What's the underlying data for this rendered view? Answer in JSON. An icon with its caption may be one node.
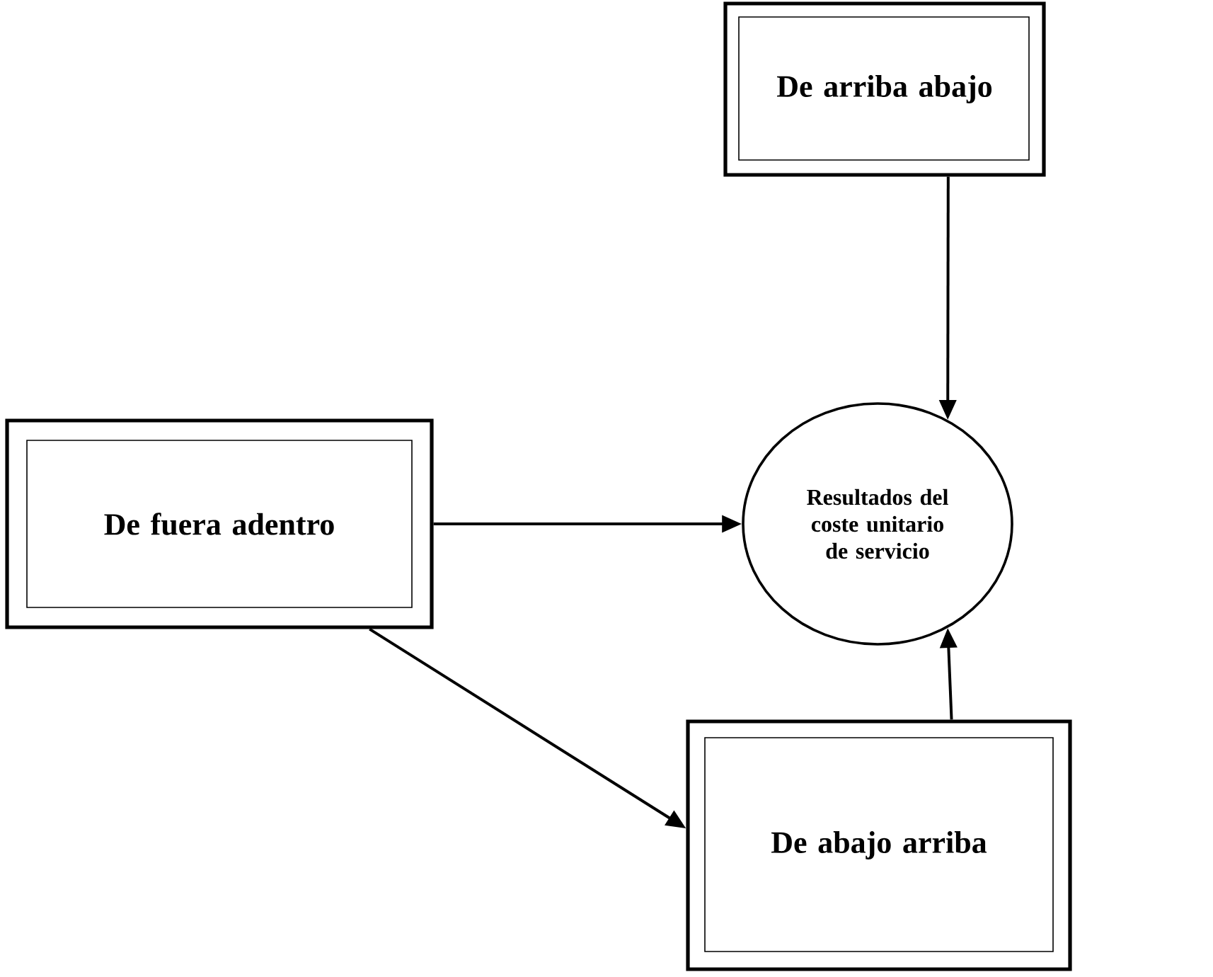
{
  "diagram": {
    "nodes": [
      {
        "text": [
          "De arriba abajo"
        ]
      },
      {
        "text": [
          "De fuera adentro"
        ]
      },
      {
        "text": [
          "Resultados del coste unitario de servicio"
        ]
      },
      {
        "text": [
          "De abajo arriba"
        ]
      }
    ],
    "edges": [
      {
        "from": 0,
        "to": 2,
        "arrow": "to"
      },
      {
        "from": 1,
        "to": 2,
        "arrow": "to"
      },
      {
        "from": 1,
        "to": 3,
        "arrow": "to"
      },
      {
        "from": 3,
        "to": 2,
        "arrow": "to"
      }
    ]
  }
}
